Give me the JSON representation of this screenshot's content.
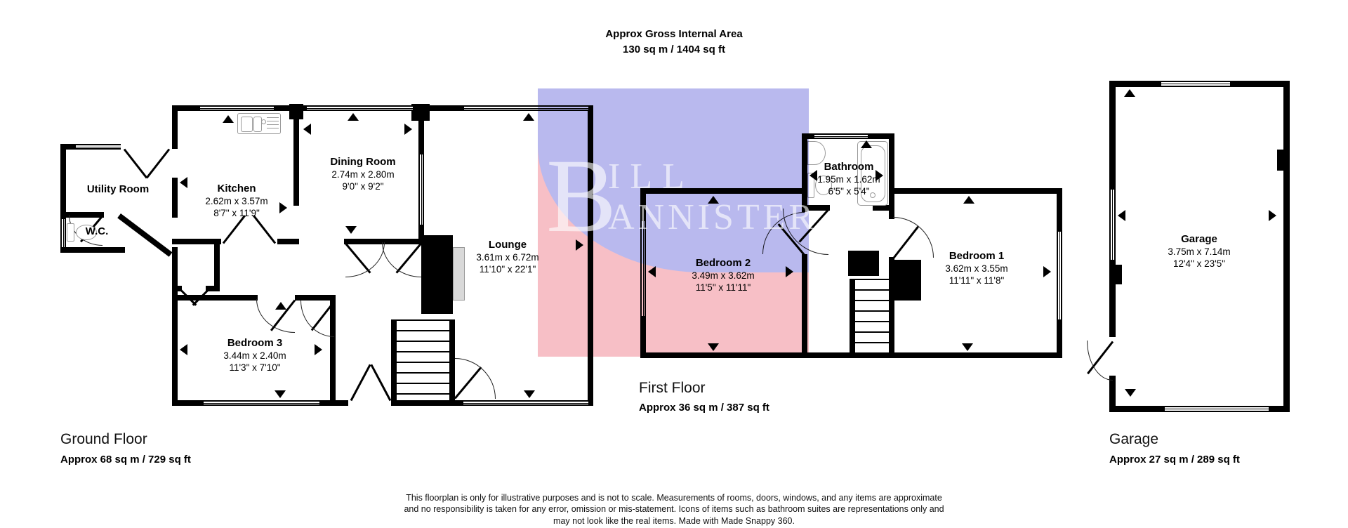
{
  "header": {
    "title": "Approx Gross Internal Area",
    "area": "130 sq m / 1404 sq ft"
  },
  "watermark": {
    "initial": "B",
    "top": "ILL",
    "bottom": "ANNISTER",
    "blue": "#b9b9ee",
    "pink": "#f7bfc6"
  },
  "floors": {
    "ground": {
      "title": "Ground Floor",
      "area": "Approx 68 sq m / 729 sq ft",
      "rooms": {
        "utility": {
          "name": "Utility Room"
        },
        "wc": {
          "name": "W.C."
        },
        "kitchen": {
          "name": "Kitchen",
          "dim_m": "2.62m x 3.57m",
          "dim_ft": "8'7\" x 11'9\""
        },
        "dining": {
          "name": "Dining Room",
          "dim_m": "2.74m x 2.80m",
          "dim_ft": "9'0\" x 9'2\""
        },
        "lounge": {
          "name": "Lounge",
          "dim_m": "3.61m x 6.72m",
          "dim_ft": "11'10\" x 22'1\""
        },
        "bedroom3": {
          "name": "Bedroom 3",
          "dim_m": "3.44m x 2.40m",
          "dim_ft": "11'3\" x 7'10\""
        }
      }
    },
    "first": {
      "title": "First Floor",
      "area": "Approx 36 sq m / 387 sq ft",
      "rooms": {
        "bedroom2": {
          "name": "Bedroom 2",
          "dim_m": "3.49m x 3.62m",
          "dim_ft": "11'5\" x 11'11\""
        },
        "bathroom": {
          "name": "Bathroom",
          "dim_m": "1.95m x 1.62m",
          "dim_ft": "6'5\" x 5'4\""
        },
        "bedroom1": {
          "name": "Bedroom 1",
          "dim_m": "3.62m x 3.55m",
          "dim_ft": "11'11\" x 11'8\""
        }
      }
    },
    "garage": {
      "title": "Garage",
      "area": "Approx 27 sq m / 289 sq ft",
      "rooms": {
        "garage": {
          "name": "Garage",
          "dim_m": "3.75m x 7.14m",
          "dim_ft": "12'4\" x 23'5\""
        }
      }
    }
  },
  "disclaimer": {
    "line1": "This floorplan is only for illustrative purposes and is not to scale. Measurements of rooms, doors, windows, and any items are approximate",
    "line2": "and no responsibility is taken for any error, omission or mis-statement. Icons of items such as bathroom suites are representations only and",
    "line3": "may not look like the real items. Made with Made Snappy 360."
  }
}
